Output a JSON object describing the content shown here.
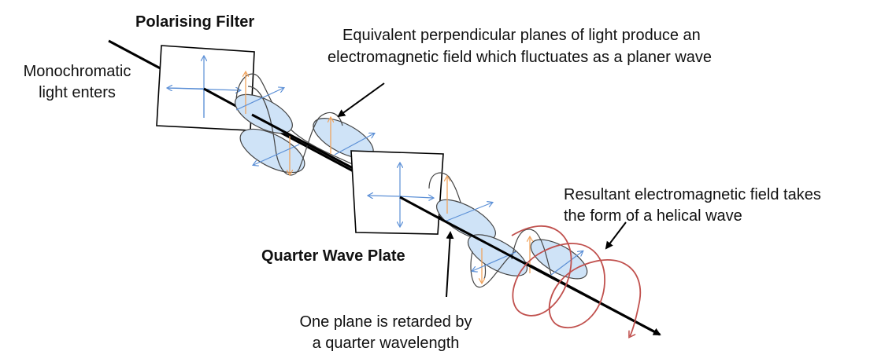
{
  "labels": {
    "polarising_filter": "Polarising Filter",
    "monochromatic_line1": "Monochromatic",
    "monochromatic_line2": "light enters",
    "equivalent_line1": "Equivalent perpendicular planes of light produce an",
    "equivalent_line2": "electromagnetic field which fluctuates as a planer wave",
    "resultant_line1": "Resultant electromagnetic field takes",
    "resultant_line2": "the form of a helical wave",
    "quarter_wave_plate": "Quarter Wave Plate",
    "retarded_line1": "One plane is retarded by",
    "retarded_line2": "a quarter wavelength"
  },
  "colors": {
    "wave_fill": "#cfe3f7",
    "blue_arrow": "#5b8fd6",
    "orange_arrow": "#f0a35e",
    "helix": "#c0504d",
    "line": "#000000"
  }
}
